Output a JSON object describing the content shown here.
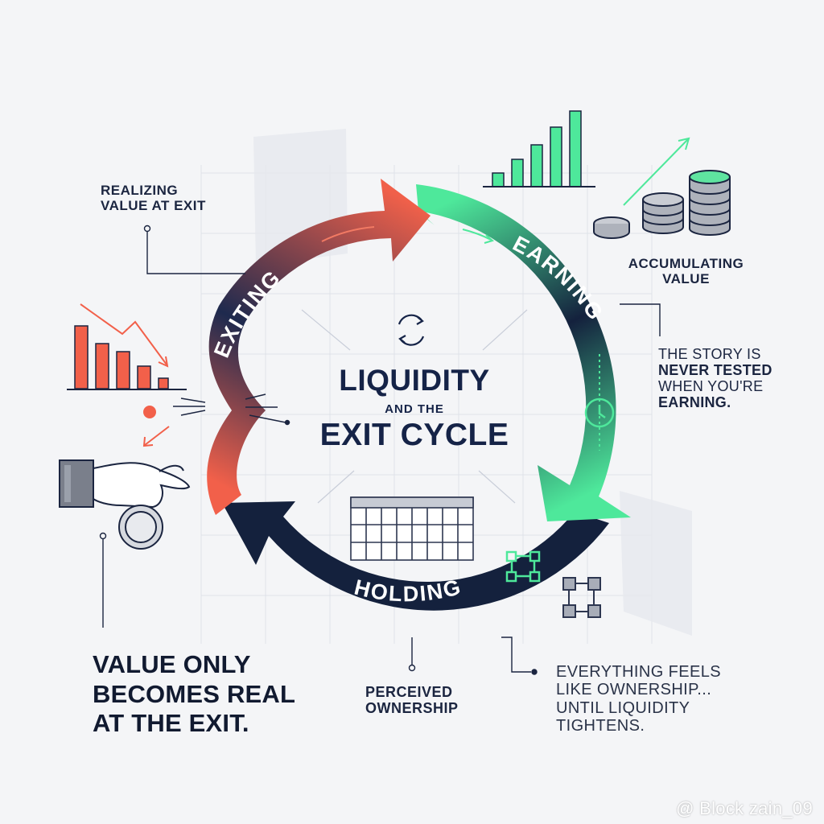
{
  "title": {
    "line1": "LIQUIDITY",
    "line2": "AND THE",
    "line3": "EXIT CYCLE"
  },
  "stages": {
    "exiting": "EXITING",
    "earning": "EARNING",
    "holding": "HOLDING"
  },
  "labels": {
    "realizing": [
      "REALIZING",
      "VALUE AT EXIT"
    ],
    "accumulating": [
      "ACCUMULATING",
      "VALUE"
    ],
    "story": [
      "THE STORY IS",
      "NEVER TESTED",
      "WHEN YOU'RE",
      "EARNING."
    ],
    "perceived": [
      "PERCEIVED",
      "OWNERSHIP"
    ],
    "everything": [
      "EVERYTHING FEELS",
      "LIKE OWNERSHIP...",
      "UNTIL LIQUIDITY",
      "TIGHTENS."
    ],
    "value_only": [
      "VALUE ONLY",
      "BECOMES REAL",
      "AT THE EXIT."
    ]
  },
  "watermark": "@ Block zain_09",
  "icons": [
    "cycle-icon",
    "clock-icon",
    "calendar-icon",
    "nodes-icon",
    "bar-chart-rising-icon",
    "bar-chart-falling-icon",
    "coin-stack-icon",
    "hand-with-coin-icon"
  ],
  "colors": {
    "navy": "#14213d",
    "exit_red": "#f0604a",
    "earn_green": "#4ce49a",
    "background": "#f4f5f7"
  }
}
